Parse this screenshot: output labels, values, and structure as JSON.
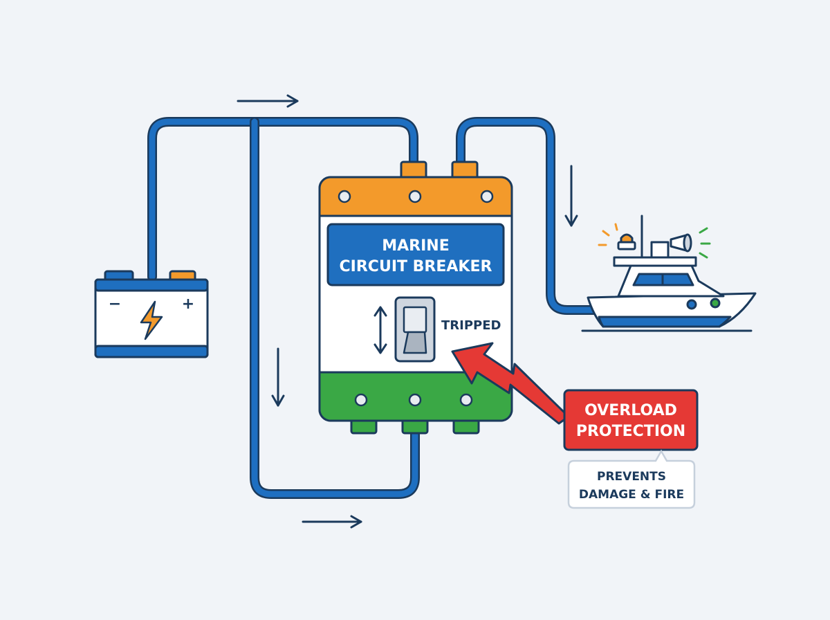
{
  "breaker": {
    "title_line1": "MARINE",
    "title_line2": "CIRCUIT BREAKER",
    "status": "TRIPPED"
  },
  "callout": {
    "title_line1": "OVERLOAD",
    "title_line2": "PROTECTION",
    "note_line1": "PREVENTS",
    "note_line2": "DAMAGE & FIRE"
  },
  "battery": {
    "minus_symbol": "−",
    "plus_symbol": "+"
  },
  "colors": {
    "wire": "#1e6fc1",
    "outline": "#1b3a5c",
    "top_band": "#f39a2b",
    "bottom_band": "#3aa845",
    "label_blue": "#1f6fbf",
    "callout_red": "#e53935",
    "background": "#f1f4f8"
  },
  "icons": [
    "battery-icon",
    "lightning-bolt-icon",
    "boat-icon",
    "beacon-light-icon",
    "horn-icon",
    "flow-arrow-icon",
    "toggle-switch-icon",
    "double-arrow-icon"
  ]
}
